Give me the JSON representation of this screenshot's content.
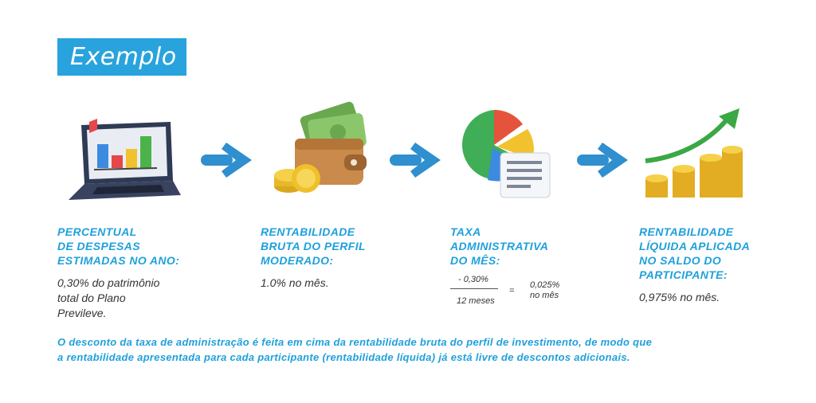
{
  "badge": {
    "label": "Exemplo"
  },
  "steps": [
    {
      "heading": "PERCENTUAL\nDE DESPESAS\nESTIMADAS NO ANO:",
      "desc": "0,30% do patrimônio\ntotal do Plano\nPrevileve.",
      "icon": "laptop-chart-icon"
    },
    {
      "heading": "RENTABILIDADE\nBRUTA DO PERFIL\nMODERADO:",
      "desc": "1.0% no mês.",
      "icon": "wallet-money-icon"
    },
    {
      "heading": "TAXA\nADMINISTRATIVA\nDO MÊS:",
      "icon": "pie-chart-document-icon"
    },
    {
      "heading": "RENTABILIDADE\nLÍQUIDA APLICADA\nNO SALDO DO\nPARTICIPANTE:",
      "desc": "0,975% no mês.",
      "icon": "coins-growth-icon"
    }
  ],
  "fraction": {
    "numerator": "- 0,30%",
    "denominator": "12 meses",
    "equals": "=",
    "result": "0,025%\nno mês"
  },
  "footnote": "O desconto da taxa de administração é feita em cima da rentabilidade bruta do perfil de investimento, de modo que\na rentabilidade apresentada para cada participante (rentabilidade líquida) já está livre de descontos adicionais.",
  "colors": {
    "accent": "#29a3dd",
    "heading": "#1fa0dc"
  }
}
